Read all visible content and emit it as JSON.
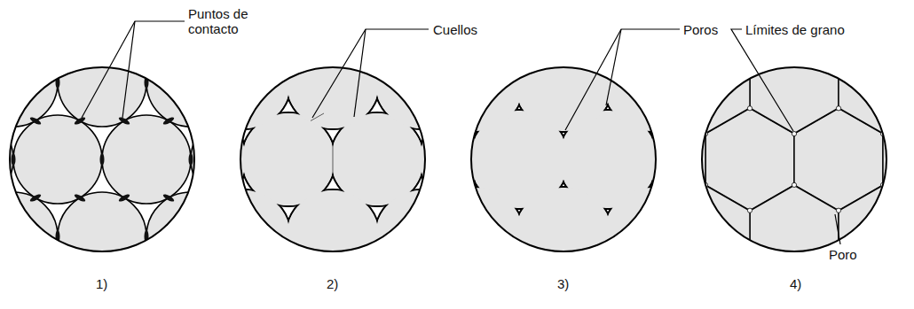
{
  "diagram": {
    "labels": [
      "Puntos de contacto",
      "Cuellos",
      "Poros",
      "Límites de grano",
      "Poro",
      "1)",
      "2)",
      "3)",
      "4)"
    ]
  }
}
